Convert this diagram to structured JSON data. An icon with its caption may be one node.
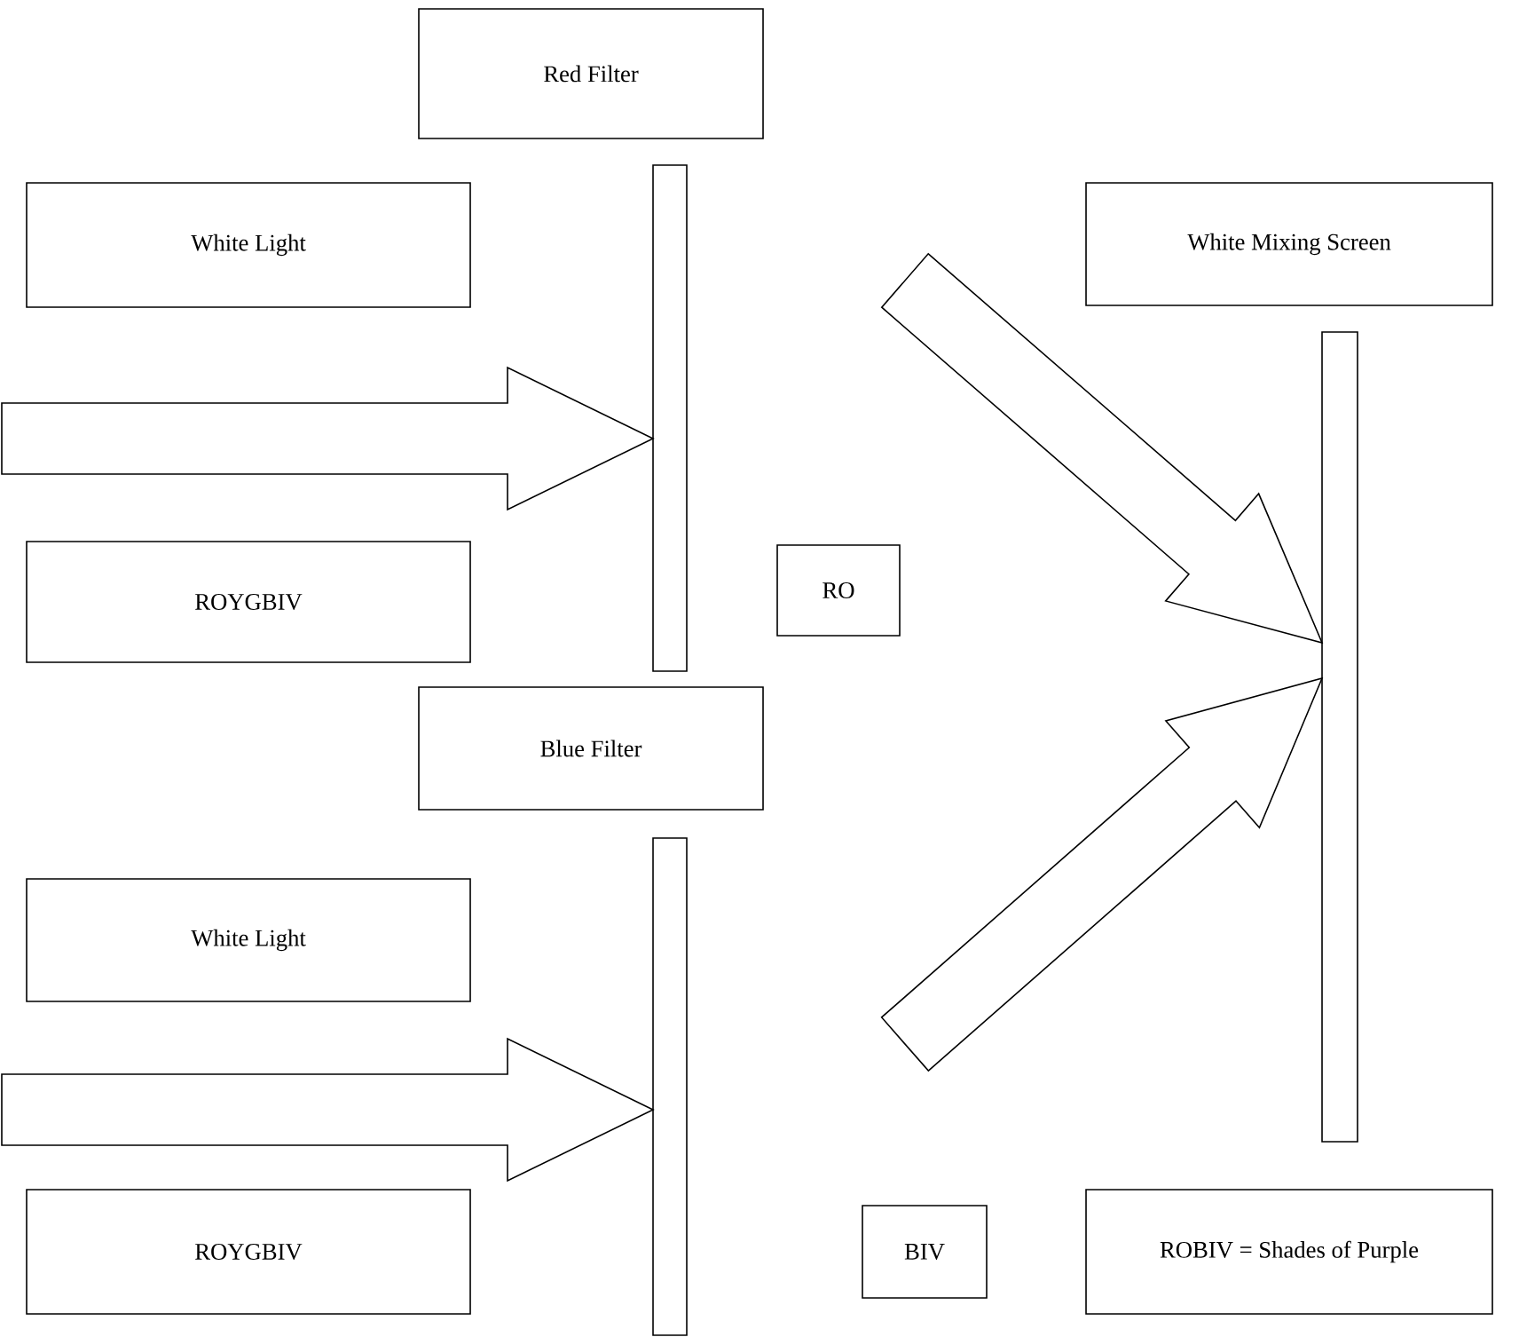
{
  "diagram": {
    "nodes": [
      {
        "text": [
          "Red Filter"
        ]
      },
      {
        "text": [
          "White Light"
        ]
      },
      {
        "text": [
          "White Mixing Screen"
        ]
      },
      {
        "text": [
          "ROYGBIV"
        ]
      },
      {
        "text": [
          "RO"
        ]
      },
      {
        "text": [
          "Blue Filter"
        ]
      },
      {
        "text": [
          "White Light"
        ]
      },
      {
        "text": [
          "ROYGBIV"
        ]
      },
      {
        "text": [
          "BIV"
        ]
      },
      {
        "text": [
          "ROBIV = Shades of Purple"
        ]
      },
      {
        "text": [],
        "shape": "bar"
      },
      {
        "text": [],
        "shape": "bar"
      },
      {
        "text": [],
        "shape": "bar"
      }
    ],
    "edges": [
      {
        "from": null,
        "to": 10,
        "arrow": "to"
      },
      {
        "from": null,
        "to": 11,
        "arrow": "to"
      },
      {
        "from": null,
        "to": 11,
        "arrow": "to"
      },
      {
        "from": null,
        "to": 12,
        "arrow": "to"
      }
    ]
  }
}
